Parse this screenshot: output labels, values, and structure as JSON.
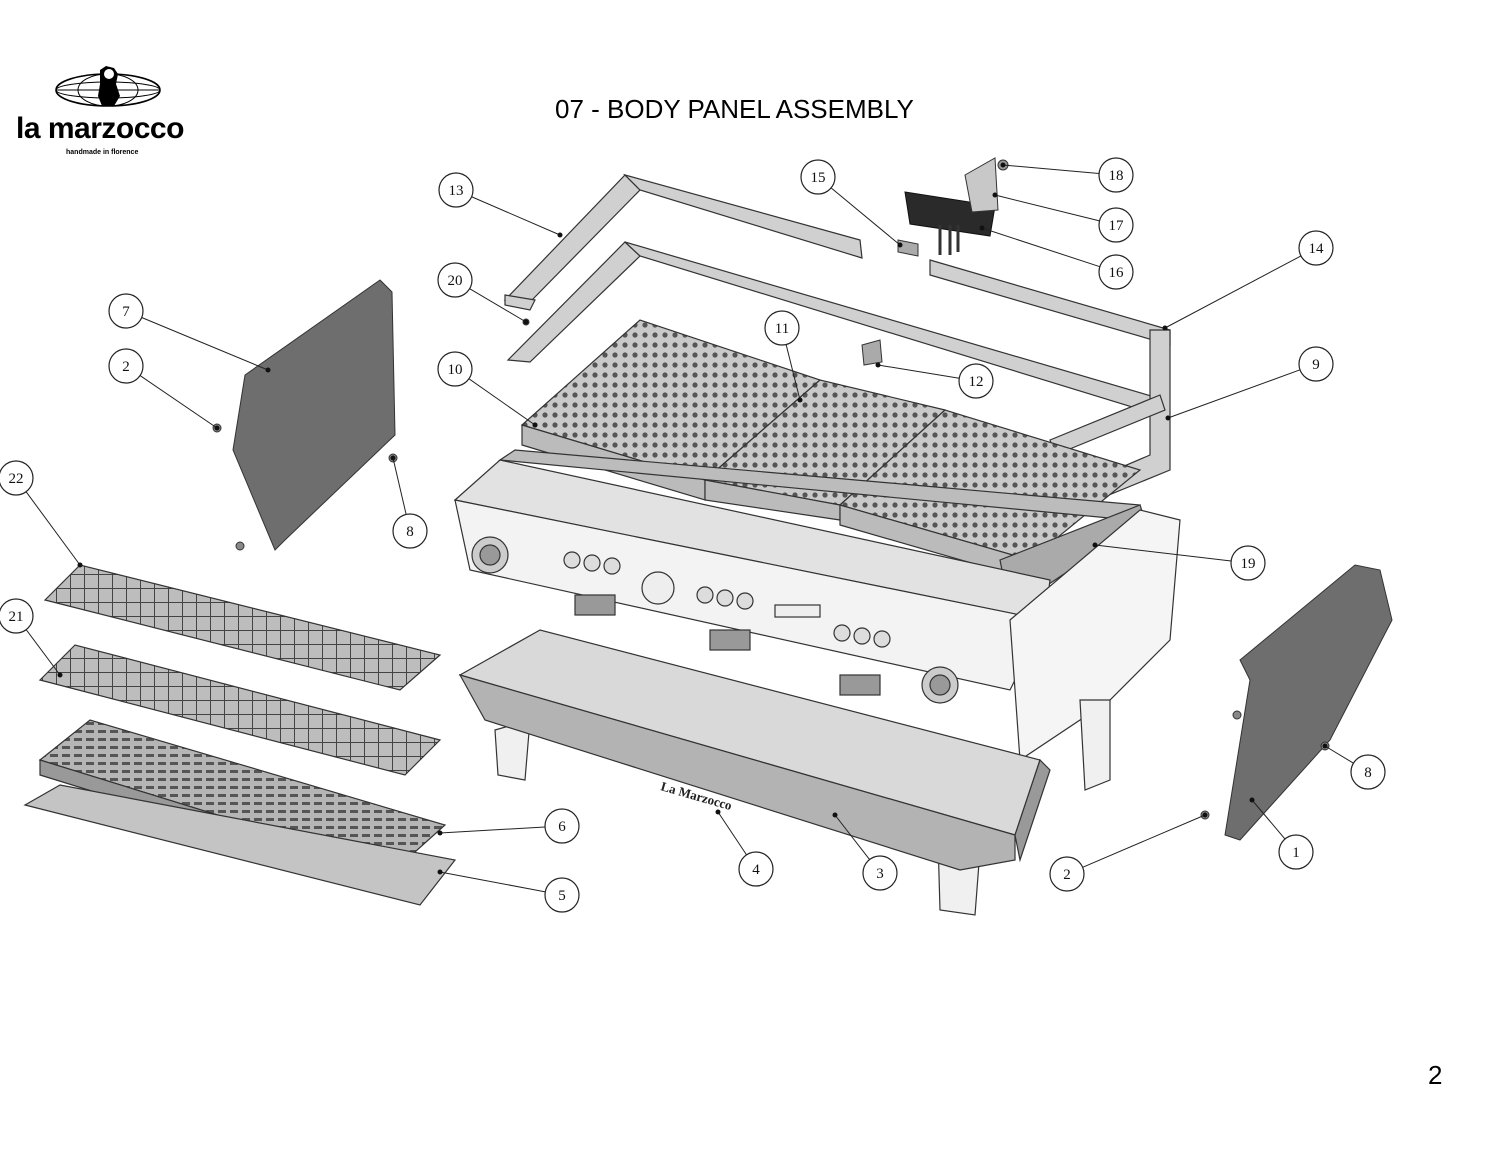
{
  "brand": {
    "wordmark": "la marzocco",
    "tagline": "handmade in florence",
    "logo_icon": "lion-globe-logo"
  },
  "title": "07 - BODY PANEL ASSEMBLY",
  "page_number": "2",
  "front_panel_brand": "La Marzocco",
  "callouts": [
    {
      "id": "c13",
      "label": "13"
    },
    {
      "id": "c15",
      "label": "15"
    },
    {
      "id": "c18",
      "label": "18"
    },
    {
      "id": "c17",
      "label": "17"
    },
    {
      "id": "c16",
      "label": "16"
    },
    {
      "id": "c14",
      "label": "14"
    },
    {
      "id": "c20",
      "label": "20"
    },
    {
      "id": "c7",
      "label": "7"
    },
    {
      "id": "c11",
      "label": "11"
    },
    {
      "id": "c12",
      "label": "12"
    },
    {
      "id": "c9",
      "label": "9"
    },
    {
      "id": "c2a",
      "label": "2"
    },
    {
      "id": "c10",
      "label": "10"
    },
    {
      "id": "c22",
      "label": "22"
    },
    {
      "id": "c8a",
      "label": "8"
    },
    {
      "id": "c19",
      "label": "19"
    },
    {
      "id": "c21",
      "label": "21"
    },
    {
      "id": "c8b",
      "label": "8"
    },
    {
      "id": "c6",
      "label": "6"
    },
    {
      "id": "c1",
      "label": "1"
    },
    {
      "id": "c4",
      "label": "4"
    },
    {
      "id": "c3",
      "label": "3"
    },
    {
      "id": "c2b",
      "label": "2"
    },
    {
      "id": "c5",
      "label": "5"
    }
  ]
}
